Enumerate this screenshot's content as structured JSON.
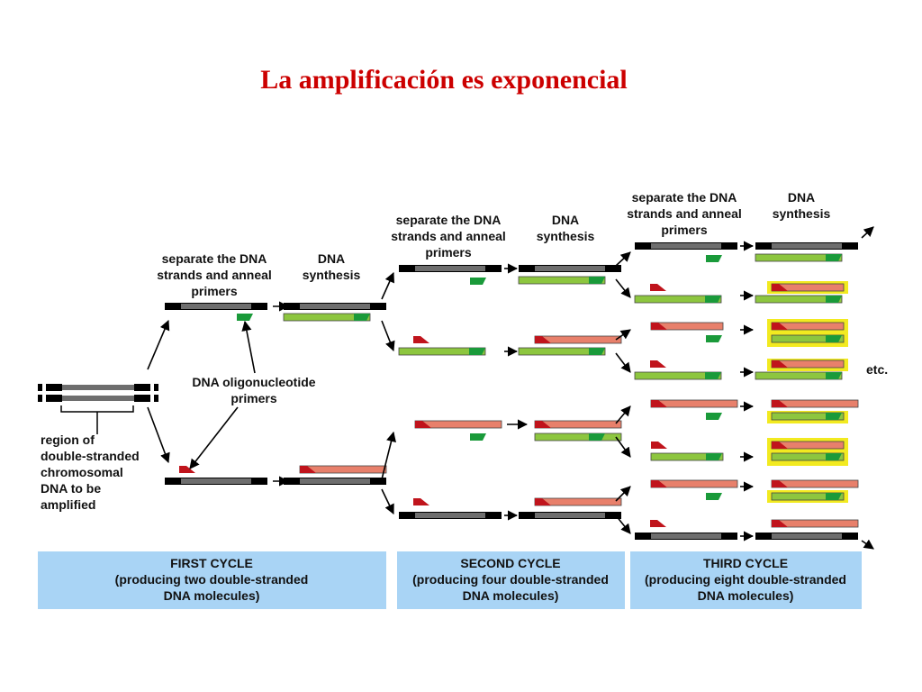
{
  "title": "La amplificación es exponencial",
  "labels": {
    "separate_line1": "separate the DNA",
    "separate_line2": "strands and anneal",
    "separate_line3": "primers",
    "synthesis_line1": "DNA",
    "synthesis_line2": "synthesis",
    "oligo_line1": "DNA oligonucleotide",
    "oligo_line2": "primers",
    "region_line1": "region of",
    "region_line2": "double-stranded",
    "region_line3": "chromosomal",
    "region_line4": "DNA to be",
    "region_line5": "amplified",
    "etc": "etc."
  },
  "cycles": [
    {
      "name": "FIRST CYCLE",
      "line2": "(producing two double-stranded",
      "line3": "DNA molecules)"
    },
    {
      "name": "SECOND CYCLE",
      "line2": "(producing four double-stranded",
      "line3": "DNA molecules)"
    },
    {
      "name": "THIRD CYCLE",
      "line2": "(producing eight double-stranded",
      "line3": "DNA molecules)"
    }
  ],
  "colors": {
    "title": "#cc0000",
    "template_strand": "#6e6e6e",
    "strand_end": "#000000",
    "new_strand_green": "#8dc63f",
    "new_strand_pink": "#e8806b",
    "primer_green": "#1a9a3a",
    "primer_red": "#c0141c",
    "highlight": "#f2ea20",
    "cycle_band": "#a9d4f5"
  }
}
